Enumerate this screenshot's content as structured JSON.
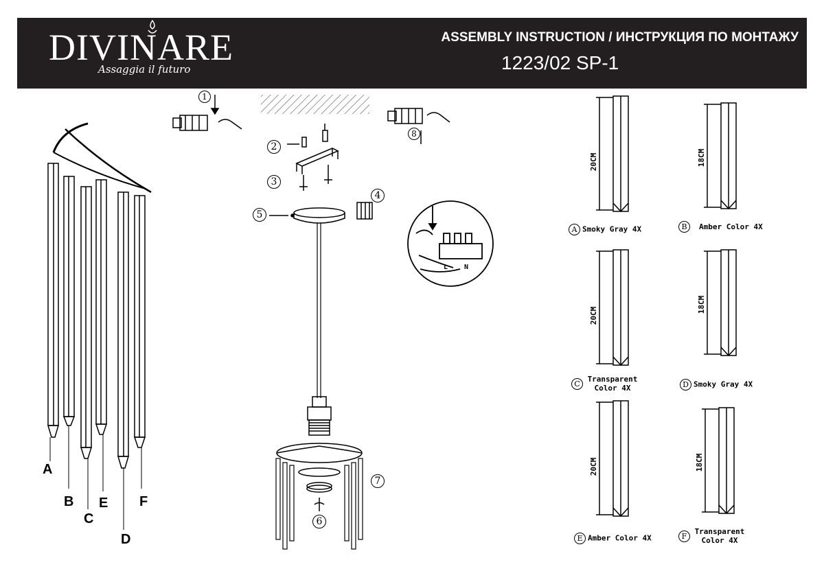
{
  "header": {
    "brand": "DIVINARE",
    "tagline": "Assaggia il futuro",
    "title": "ASSEMBLY INSTRUCTION / ИНСТРУКЦИЯ ПО МОНТАЖУ",
    "model": "1223/02 SP-1"
  },
  "crystal_letters": [
    "A",
    "B",
    "C",
    "E",
    "D",
    "F"
  ],
  "steps": [
    "1",
    "2",
    "3",
    "4",
    "5",
    "6",
    "7",
    "8"
  ],
  "connector_marks": [
    "L",
    "N"
  ],
  "parts": [
    {
      "letter": "A",
      "length": "20CM",
      "caption": "Smoky Gray 4X"
    },
    {
      "letter": "B",
      "length": "18CM",
      "caption": "Amber Color 4X"
    },
    {
      "letter": "C",
      "length": "20CM",
      "caption": "Transparent Color 4X"
    },
    {
      "letter": "D",
      "length": "18CM",
      "caption": "Smoky Gray 4X"
    },
    {
      "letter": "E",
      "length": "20CM",
      "caption": "Amber Color 4X"
    },
    {
      "letter": "F",
      "length": "18CM",
      "caption": "Transparent Color 4X"
    }
  ]
}
